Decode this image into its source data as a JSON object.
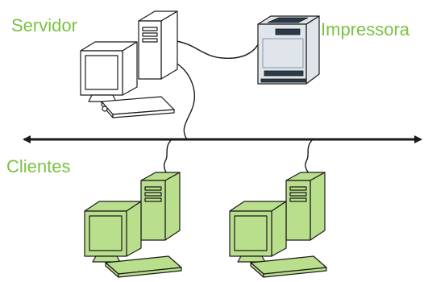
{
  "diagram": {
    "labels": {
      "server": "Servidor",
      "printer": "Impressora",
      "clients": "Clientes"
    },
    "nodes": [
      {
        "id": "server",
        "type": "computer"
      },
      {
        "id": "printer",
        "type": "printer"
      },
      {
        "id": "client-1",
        "type": "computer"
      },
      {
        "id": "client-2",
        "type": "computer"
      }
    ],
    "links": [
      {
        "from": "server",
        "to": "printer"
      },
      {
        "from": "server",
        "to": "network"
      },
      {
        "from": "client-1",
        "to": "network"
      },
      {
        "from": "client-2",
        "to": "network"
      }
    ]
  },
  "colors": {
    "label_text": "#7bc142",
    "server_fill": "#ffffff",
    "client_fill": "#b9df8d",
    "outline": "#1a1a1a",
    "network": "#1a1a1a",
    "printer_body": "#dfe5ea",
    "printer_dark": "#2b3a4a"
  }
}
